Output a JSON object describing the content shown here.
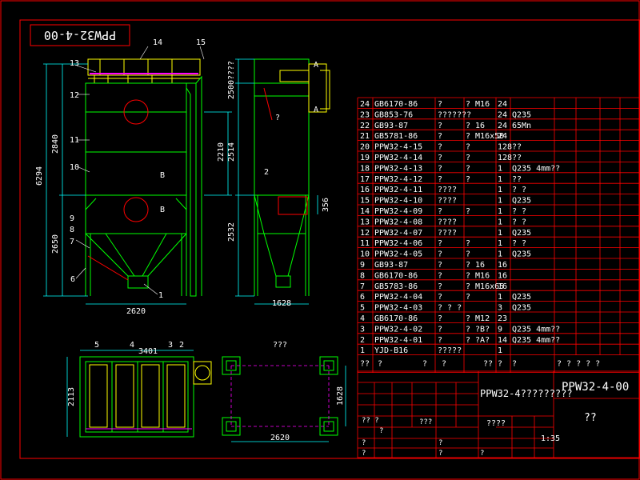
{
  "title_block": {
    "drawing_number": "PPW32-4-00",
    "drawing_number_rotated": "PPW32-4-00",
    "drawing_name": "PPW32-4?????????",
    "scale": "1:35",
    "extra": "??",
    "cells_q": "?",
    "cells_q2": "?? ?",
    "cells_q3": "????",
    "cells_q4": "???"
  },
  "colors": {
    "frame": "#ff0000",
    "body": "#00ff00",
    "detail": "#ffff00",
    "dimension": "#00ffff",
    "table_line": "#ff0000",
    "text": "#ffffff",
    "pipe": "#ff00ff",
    "hatch": "#0000ff"
  },
  "views": {
    "front_dims": [
      "6294",
      "2840",
      "2650",
      "2620",
      "2210"
    ],
    "side_dims": [
      "2500????",
      "2514",
      "2532",
      "1628",
      "356"
    ],
    "plan_dims": [
      "3401",
      "2113"
    ],
    "foundation_dims": [
      "1628",
      "2620"
    ],
    "foundation_label": "???",
    "front_callouts": [
      "14",
      "15",
      "13",
      "12",
      "11",
      "10",
      "9",
      "8",
      "7",
      "6",
      "1"
    ],
    "side_callouts": [
      "A",
      "A",
      "?",
      "2"
    ],
    "plan_callouts": [
      "5",
      "4",
      "3",
      "2"
    ],
    "section_marks": [
      "B",
      "B"
    ]
  },
  "parts_list": [
    {
      "no": "24",
      "code": "GB6170-86",
      "name": "?",
      "spec": "? M16",
      "qty": "24",
      "material": "",
      "note": ""
    },
    {
      "no": "23",
      "code": "GB853-76",
      "name": "???????",
      "spec": "",
      "qty": "24",
      "material": "Q235",
      "note": ""
    },
    {
      "no": "22",
      "code": "GB93-87",
      "name": "?",
      "spec": "? 16",
      "qty": "24",
      "material": "65Mn",
      "note": ""
    },
    {
      "no": "21",
      "code": "GB5781-86",
      "name": "?",
      "spec": "? M16x50",
      "qty": "24",
      "material": "",
      "note": ""
    },
    {
      "no": "20",
      "code": "PPW32-4-15",
      "name": "?",
      "spec": "?",
      "qty": "128",
      "material": "??",
      "note": ""
    },
    {
      "no": "19",
      "code": "PPW32-4-14",
      "name": "?",
      "spec": "?",
      "qty": "128",
      "material": "??",
      "note": ""
    },
    {
      "no": "18",
      "code": "PPW32-4-13",
      "name": "?",
      "spec": "?",
      "qty": "1",
      "material": "Q235",
      "note": "4mm??"
    },
    {
      "no": "17",
      "code": "PPW32-4-12",
      "name": "?",
      "spec": "?",
      "qty": "1",
      "material": "??",
      "note": ""
    },
    {
      "no": "16",
      "code": "PPW32-4-11",
      "name": "????",
      "spec": "",
      "qty": "1",
      "material": "? ?",
      "note": ""
    },
    {
      "no": "15",
      "code": "PPW32-4-10",
      "name": "????",
      "spec": "",
      "qty": "1",
      "material": "Q235",
      "note": ""
    },
    {
      "no": "14",
      "code": "PPW32-4-09",
      "name": "?",
      "spec": "?",
      "qty": "1",
      "material": "? ?",
      "note": ""
    },
    {
      "no": "13",
      "code": "PPW32-4-08",
      "name": "????",
      "spec": "",
      "qty": "1",
      "material": "? ?",
      "note": ""
    },
    {
      "no": "12",
      "code": "PPW32-4-07",
      "name": "????",
      "spec": "",
      "qty": "1",
      "material": "Q235",
      "note": ""
    },
    {
      "no": "11",
      "code": "PPW32-4-06",
      "name": "?",
      "spec": "?",
      "qty": "1",
      "material": "? ?",
      "note": ""
    },
    {
      "no": "10",
      "code": "PPW32-4-05",
      "name": "?",
      "spec": "?",
      "qty": "1",
      "material": "Q235",
      "note": ""
    },
    {
      "no": "9",
      "code": "GB93-87",
      "name": "?",
      "spec": "? 16",
      "qty": "16",
      "material": "",
      "note": ""
    },
    {
      "no": "8",
      "code": "GB6170-86",
      "name": "?",
      "spec": "? M16",
      "qty": "16",
      "material": "",
      "note": ""
    },
    {
      "no": "7",
      "code": "GB5783-86",
      "name": "?",
      "spec": "? M16x65",
      "qty": "16",
      "material": "",
      "note": ""
    },
    {
      "no": "6",
      "code": "PPW32-4-04",
      "name": "?",
      "spec": "?",
      "qty": "1",
      "material": "Q235",
      "note": ""
    },
    {
      "no": "5",
      "code": "PPW32-4-03",
      "name": "? ? ?",
      "spec": "",
      "qty": "3",
      "material": "Q235",
      "note": ""
    },
    {
      "no": "4",
      "code": "GB6170-86",
      "name": "?",
      "spec": "? M12",
      "qty": "23",
      "material": "",
      "note": ""
    },
    {
      "no": "3",
      "code": "PPW32-4-02",
      "name": "?",
      "spec": "? ?B?",
      "qty": "9",
      "material": "Q235",
      "note": "4mm??"
    },
    {
      "no": "2",
      "code": "PPW32-4-01",
      "name": "?",
      "spec": "? ?A?",
      "qty": "14",
      "material": "Q235",
      "note": "4mm??"
    },
    {
      "no": "1",
      "code": "YJD-B16",
      "name": "?????",
      "spec": "",
      "qty": "1",
      "material": "",
      "note": ""
    }
  ],
  "parts_header": {
    "no": "??",
    "code": "?",
    "name": "?",
    "qty": "?",
    "qty2": "??",
    "material": "?",
    "weight": "?",
    "extra": "? ? ? ? ?"
  }
}
